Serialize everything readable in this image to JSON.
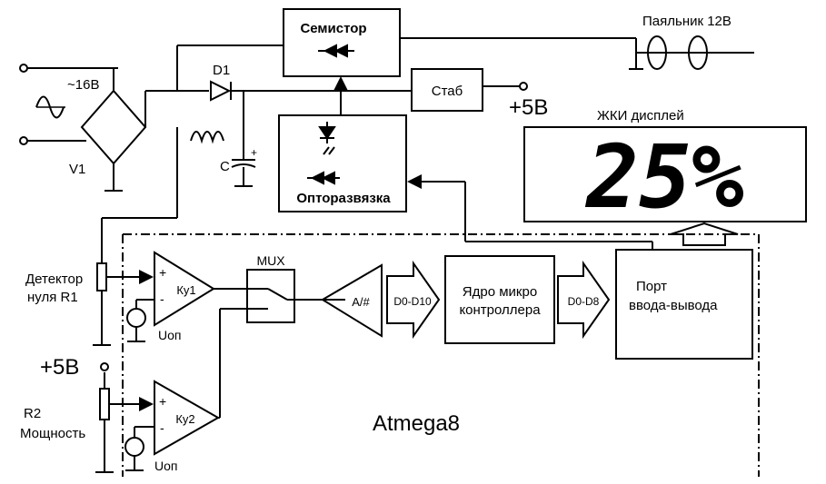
{
  "blocks": {
    "semistor": "Семистор",
    "stab": "Стаб",
    "opto": "Опторазвязка",
    "mux": "MUX",
    "adc": "A/#",
    "core_line1": "Ядро микро",
    "core_line2": "контроллера",
    "port_line1": "Порт",
    "port_line2": "ввода-вывода",
    "bus1": "D0-D10",
    "bus2": "D0-D8",
    "amp1": "Ку1",
    "amp2": "Ку2",
    "chip": "Atmega8"
  },
  "labels": {
    "solder_iron": "Паяльник 12В",
    "ac_input": "~16В",
    "d1": "D1",
    "v1": "V1",
    "c": "C",
    "plus5v_top": "+5В",
    "plus5v_left": "+5В",
    "lcd": "ЖКИ дисплей",
    "detector_line1": "Детектор",
    "detector_line2": "нуля R1",
    "r2_line1": "R2",
    "r2_line2": "Мощность",
    "uop1": "Uоп",
    "uop2": "Uоп",
    "plus1": "+",
    "minus1": "-",
    "plus2": "+",
    "minus2": "-"
  },
  "display": {
    "value": "25%"
  }
}
